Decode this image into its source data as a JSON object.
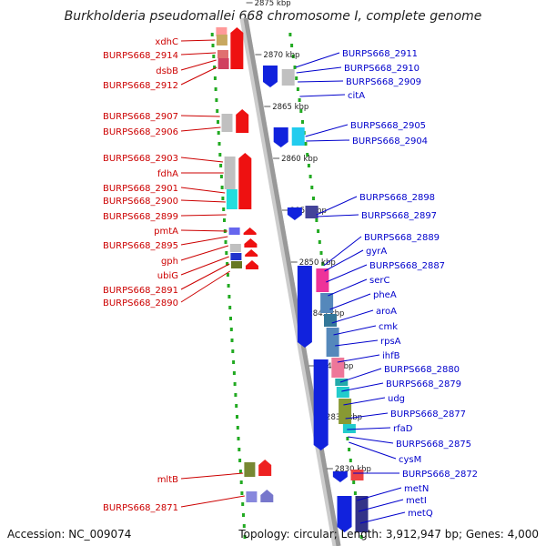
{
  "title": "Burkholderia pseudomallei 668 chromosome I, complete genome",
  "accession": "Accession: NC_009074",
  "topology": "Topology: circular; Length: 3,912,947 bp; Genes: 4,000",
  "colors": {
    "left_label": "#cc0000",
    "right_label": "#0000cc",
    "backbone": "#999999",
    "tick": "#22aa22"
  },
  "kbp_labels": [
    "2875 kbp",
    "2870 kbp",
    "2865 kbp",
    "2860 kbp",
    "2855 kbp",
    "2850 kbp",
    "2845 kbp",
    "2840 kbp",
    "2835 kbp",
    "2830 kbp"
  ],
  "left_labels": [
    "xdhC",
    "BURPS668_2914",
    "dsbB",
    "BURPS668_2912",
    "BURPS668_2907",
    "BURPS668_2906",
    "BURPS668_2903",
    "fdhA",
    "BURPS668_2901",
    "BURPS668_2900",
    "BURPS668_2899",
    "pmtA",
    "BURPS668_2895",
    "gph",
    "ubiG",
    "BURPS668_2891",
    "BURPS668_2890",
    "mltB",
    "BURPS668_2871"
  ],
  "right_labels": [
    "BURPS668_2911",
    "BURPS668_2910",
    "BURPS668_2909",
    "citA",
    "BURPS668_2905",
    "BURPS668_2904",
    "BURPS668_2898",
    "BURPS668_2897",
    "BURPS668_2889",
    "gyrA",
    "BURPS668_2887",
    "serC",
    "pheA",
    "aroA",
    "cmk",
    "rpsA",
    "ihfB",
    "BURPS668_2880",
    "BURPS668_2879",
    "udg",
    "BURPS668_2877",
    "rfaD",
    "BURPS668_2875",
    "cysM",
    "BURPS668_2872",
    "metN",
    "metI",
    "metQ"
  ]
}
